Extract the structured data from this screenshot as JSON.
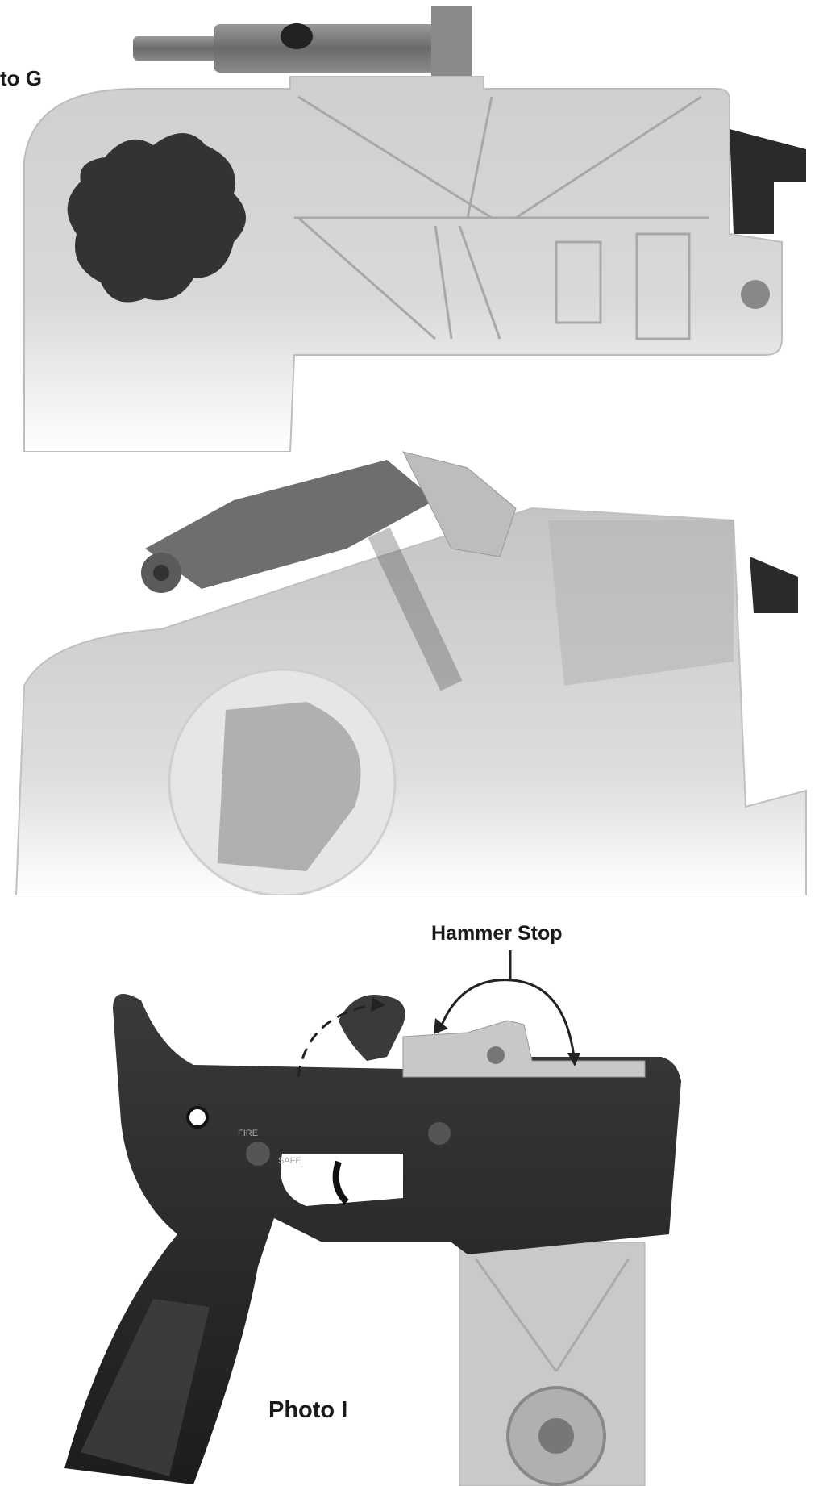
{
  "labels": {
    "top_ref": "to G",
    "hammer_stop": "Hammer Stop",
    "photo": "Photo I"
  },
  "colors": {
    "background": "#ffffff",
    "tool_gray": "#c8c8c8",
    "part_dark": "#3a3a3a",
    "receiver_black": "#1f1f1f"
  }
}
